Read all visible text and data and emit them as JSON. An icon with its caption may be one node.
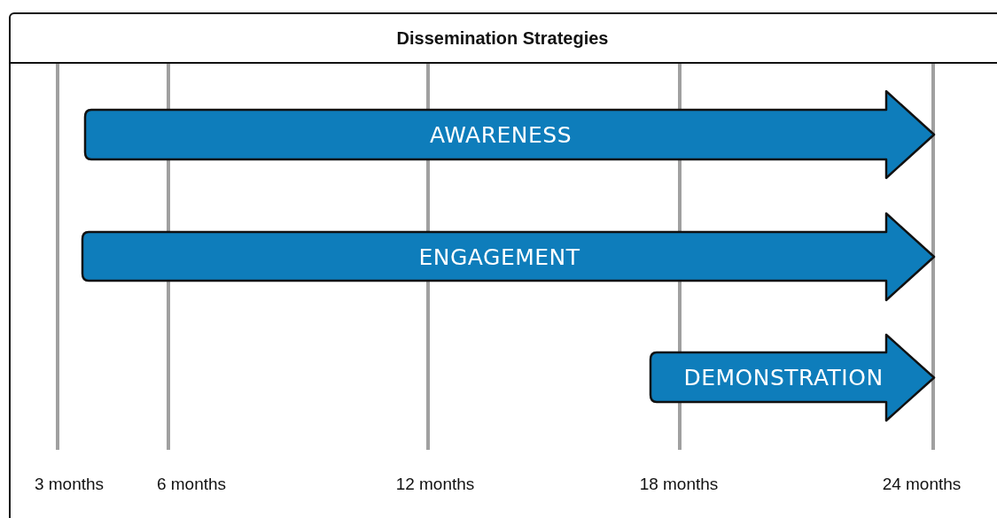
{
  "diagram": {
    "nodes": [
      {
        "text": [
          "Dissemination Strategies"
        ]
      },
      {
        "text": [
          "AWARENESS"
        ],
        "in": 0
      },
      {
        "text": [
          "ENGAGEMENT"
        ],
        "in": 0
      },
      {
        "text": [
          "DEMONSTRATION"
        ],
        "in": 0
      }
    ],
    "labels": [
      "3 months",
      "6 months",
      "12 months",
      "18 months",
      "24 months"
    ]
  }
}
